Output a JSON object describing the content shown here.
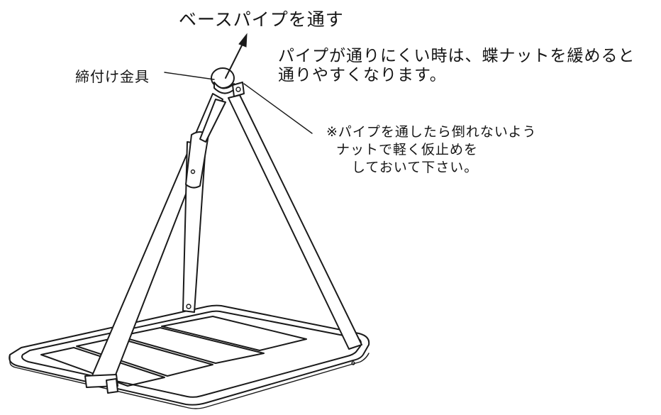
{
  "labels": {
    "title": "ベースパイプを通す",
    "fitting": "締付け金具",
    "tip_line_1": "パイプが通りにくい時は、蝶ナットを緩めると",
    "tip_line_2": "通りやすくなります。",
    "note_line_1": "※パイプを通したら倒れないよう",
    "note_line_2": "ナットで軽く仮止めを",
    "note_line_3": "しておいて下さい。"
  },
  "colors": {
    "ink": "#1a1a1a",
    "background": "#ffffff"
  }
}
